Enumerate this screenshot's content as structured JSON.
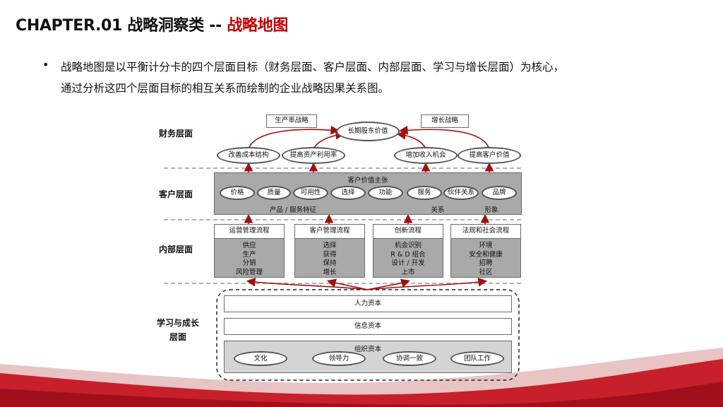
{
  "header": {
    "title_prefix": "CHAPTER.01  战略洞察类 -- ",
    "title_highlight": "战略地图"
  },
  "bullet": {
    "line1": "战略地图是以平衡计分卡的四个层面目标（财务层面、客户层面、内部层面、学习与增长层面）为核心，",
    "line2": "通过分析这四个层面目标的相互关系而绘制的企业战略因果关系图。"
  },
  "diagram": {
    "layers": {
      "financial": "财务层面",
      "customer": "客户层面",
      "internal": "内部层面",
      "learning_line1": "学习与成长",
      "learning_line2": "层面"
    },
    "financial": {
      "productivity_strategy": "生产率战略",
      "growth_strategy": "增长战略",
      "long_term_value": "长期股东价值",
      "goals": [
        "改善成本结构",
        "提高资产利用率",
        "增加收入机会",
        "提高客户价值"
      ]
    },
    "customer": {
      "title": "客户价值主张",
      "items": [
        "价格",
        "质量",
        "可用性",
        "选择",
        "功能",
        "服务",
        "伙伴关系",
        "品牌"
      ],
      "group_product": "产品 / 服务特征",
      "group_relation": "关系",
      "group_image": "形象"
    },
    "internal": {
      "processes": [
        {
          "title": "运营管理流程",
          "items": [
            "供应",
            "生产",
            "分销",
            "风险管理"
          ]
        },
        {
          "title": "客户管理流程",
          "items": [
            "选择",
            "获得",
            "保持",
            "增长"
          ]
        },
        {
          "title": "创新流程",
          "items": [
            "机会识别",
            "R & D 组合",
            "设计 / 开发",
            "上市"
          ]
        },
        {
          "title": "法规和社会流程",
          "items": [
            "环境",
            "安全和健康",
            "招聘",
            "社区"
          ]
        }
      ]
    },
    "learning": {
      "human_capital": "人力资本",
      "information_capital": "信息资本",
      "organization_capital": "组织资本",
      "org_items": [
        "文化",
        "领导力",
        "协调一致",
        "团队工作"
      ]
    }
  },
  "colors": {
    "accent": "#c00000",
    "arrow": "#a01010",
    "panel_gray": "#a9a9a9"
  }
}
